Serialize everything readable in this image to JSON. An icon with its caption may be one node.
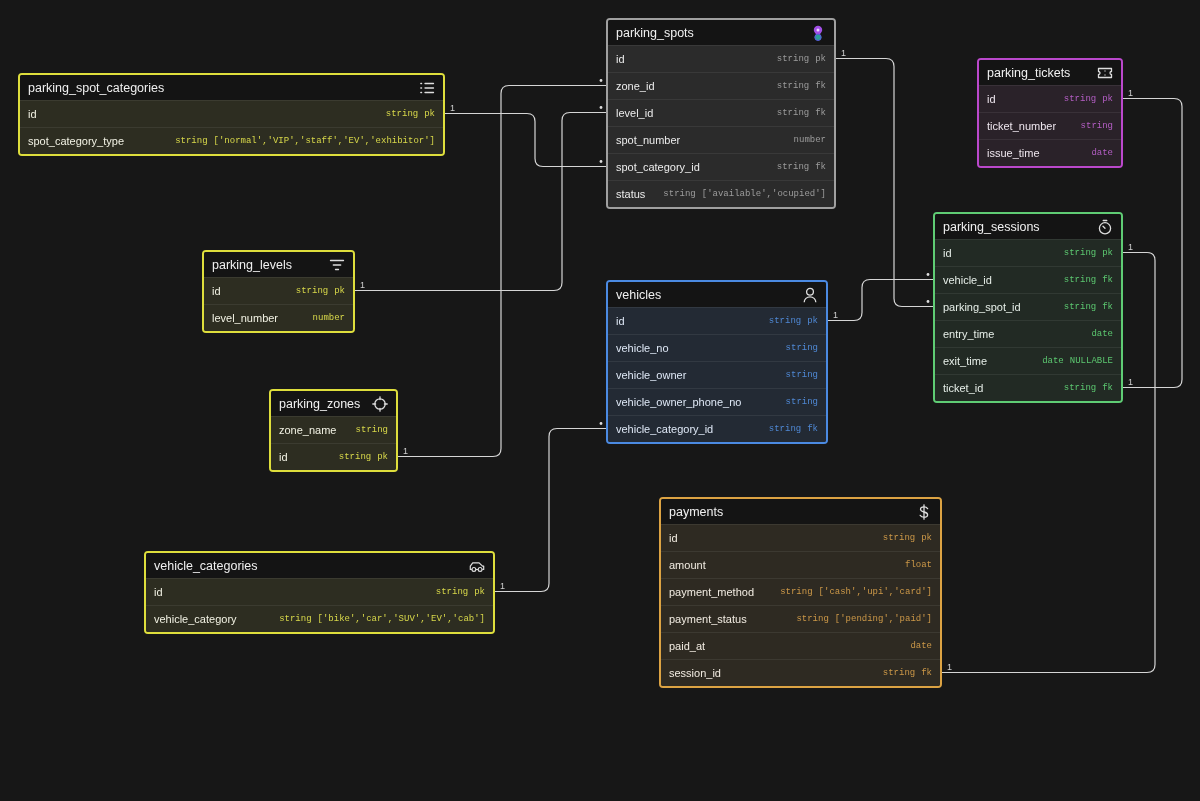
{
  "diagram": {
    "nodes": [
      {
        "text": [
          "parking_spots"
        ]
      },
      {
        "text": [
          "id",
          "string",
          "pk"
        ],
        "in": 0,
        "beside": [
          "1"
        ]
      },
      {
        "text": [
          "zone_id",
          "string",
          "fk"
        ],
        "in": 0
      },
      {
        "text": [
          "level_id",
          "string",
          "fk"
        ],
        "in": 0
      },
      {
        "text": [
          "spot_number",
          "number"
        ],
        "in": 0
      },
      {
        "text": [
          "spot_category_id",
          "string",
          "fk"
        ],
        "in": 0
      },
      {
        "text": [
          "status",
          "string",
          "['available','ocupied']"
        ],
        "in": 0
      },
      {
        "text": [
          "parking_tickets"
        ]
      },
      {
        "text": [
          "id",
          "string",
          "pk"
        ],
        "in": 7,
        "beside": [
          "1"
        ]
      },
      {
        "text": [
          "ticket_number",
          "string"
        ],
        "in": 7
      },
      {
        "text": [
          "issue_time",
          "date"
        ],
        "in": 7
      },
      {
        "text": [
          "parking_spot_categories"
        ]
      },
      {
        "text": [
          "id",
          "string",
          "pk"
        ],
        "in": 11,
        "beside": [
          "1"
        ]
      },
      {
        "text": [
          "spot_category_type",
          "string",
          "['normal','VIP','staff','EV','exhibitor']"
        ],
        "in": 11
      },
      {
        "text": [
          "parking_sessions"
        ]
      },
      {
        "text": [
          "id",
          "string",
          "pk"
        ],
        "in": 14,
        "beside": [
          "1"
        ]
      },
      {
        "text": [
          "vehicle_id",
          "string",
          "fk"
        ],
        "in": 14
      },
      {
        "text": [
          "parking_spot_id",
          "string",
          "fk"
        ],
        "in": 14
      },
      {
        "text": [
          "entry_time",
          "date"
        ],
        "in": 14
      },
      {
        "text": [
          "exit_time",
          "date",
          "NULLABLE"
        ],
        "in": 14
      },
      {
        "text": [
          "ticket_id",
          "string",
          "fk"
        ],
        "in": 14,
        "beside": [
          "1"
        ]
      },
      {
        "text": [
          "parking_levels"
        ]
      },
      {
        "text": [
          "id",
          "string",
          "pk"
        ],
        "in": 21,
        "beside": [
          "1"
        ]
      },
      {
        "text": [
          "level_number",
          "number"
        ],
        "in": 21
      },
      {
        "text": [
          "vehicles"
        ]
      },
      {
        "text": [
          "id",
          "string",
          "pk"
        ],
        "in": 24,
        "beside": [
          "1"
        ]
      },
      {
        "text": [
          "vehicle_no",
          "string"
        ],
        "in": 24
      },
      {
        "text": [
          "vehicle_owner",
          "string"
        ],
        "in": 24
      },
      {
        "text": [
          "vehicle_owner_phone_no",
          "string"
        ],
        "in": 24
      },
      {
        "text": [
          "vehicle_category_id",
          "string",
          "fk"
        ],
        "in": 24
      },
      {
        "text": [
          "parking_zones"
        ]
      },
      {
        "text": [
          "zone_name",
          "string"
        ],
        "in": 30
      },
      {
        "text": [
          "id",
          "string",
          "pk"
        ],
        "in": 30,
        "beside": [
          "1"
        ]
      },
      {
        "text": [
          "payments"
        ]
      },
      {
        "text": [
          "id",
          "string",
          "pk"
        ],
        "in": 33
      },
      {
        "text": [
          "amount",
          "float"
        ],
        "in": 33
      },
      {
        "text": [
          "payment_method",
          "string",
          "['cash','upi','card']"
        ],
        "in": 33
      },
      {
        "text": [
          "payment_status",
          "string",
          "['pending','paid']"
        ],
        "in": 33
      },
      {
        "text": [
          "paid_at",
          "date"
        ],
        "in": 33
      },
      {
        "text": [
          "session_id",
          "string",
          "fk"
        ],
        "in": 33,
        "beside": [
          "1"
        ]
      },
      {
        "text": [
          "vehicle_categories"
        ]
      },
      {
        "text": [
          "id",
          "string",
          "pk"
        ],
        "in": 40,
        "beside": [
          "1"
        ]
      },
      {
        "text": [
          "vehicle_category",
          "string",
          "['bike','car','SUV','EV','cab']"
        ],
        "in": 40
      }
    ],
    "edges": [
      {
        "from": 12,
        "to": 5,
        "arrow": "other"
      },
      {
        "from": 22,
        "to": 3,
        "arrow": "other"
      },
      {
        "from": 32,
        "to": 2,
        "arrow": "other"
      },
      {
        "from": 1,
        "to": 17,
        "arrow": "other"
      },
      {
        "from": 25,
        "to": 16,
        "arrow": "other"
      },
      {
        "from": 41,
        "to": 29,
        "arrow": "other"
      },
      {
        "from": 8,
        "to": 20,
        "arrow": "none"
      },
      {
        "from": 15,
        "to": 39,
        "arrow": "none"
      }
    ]
  }
}
